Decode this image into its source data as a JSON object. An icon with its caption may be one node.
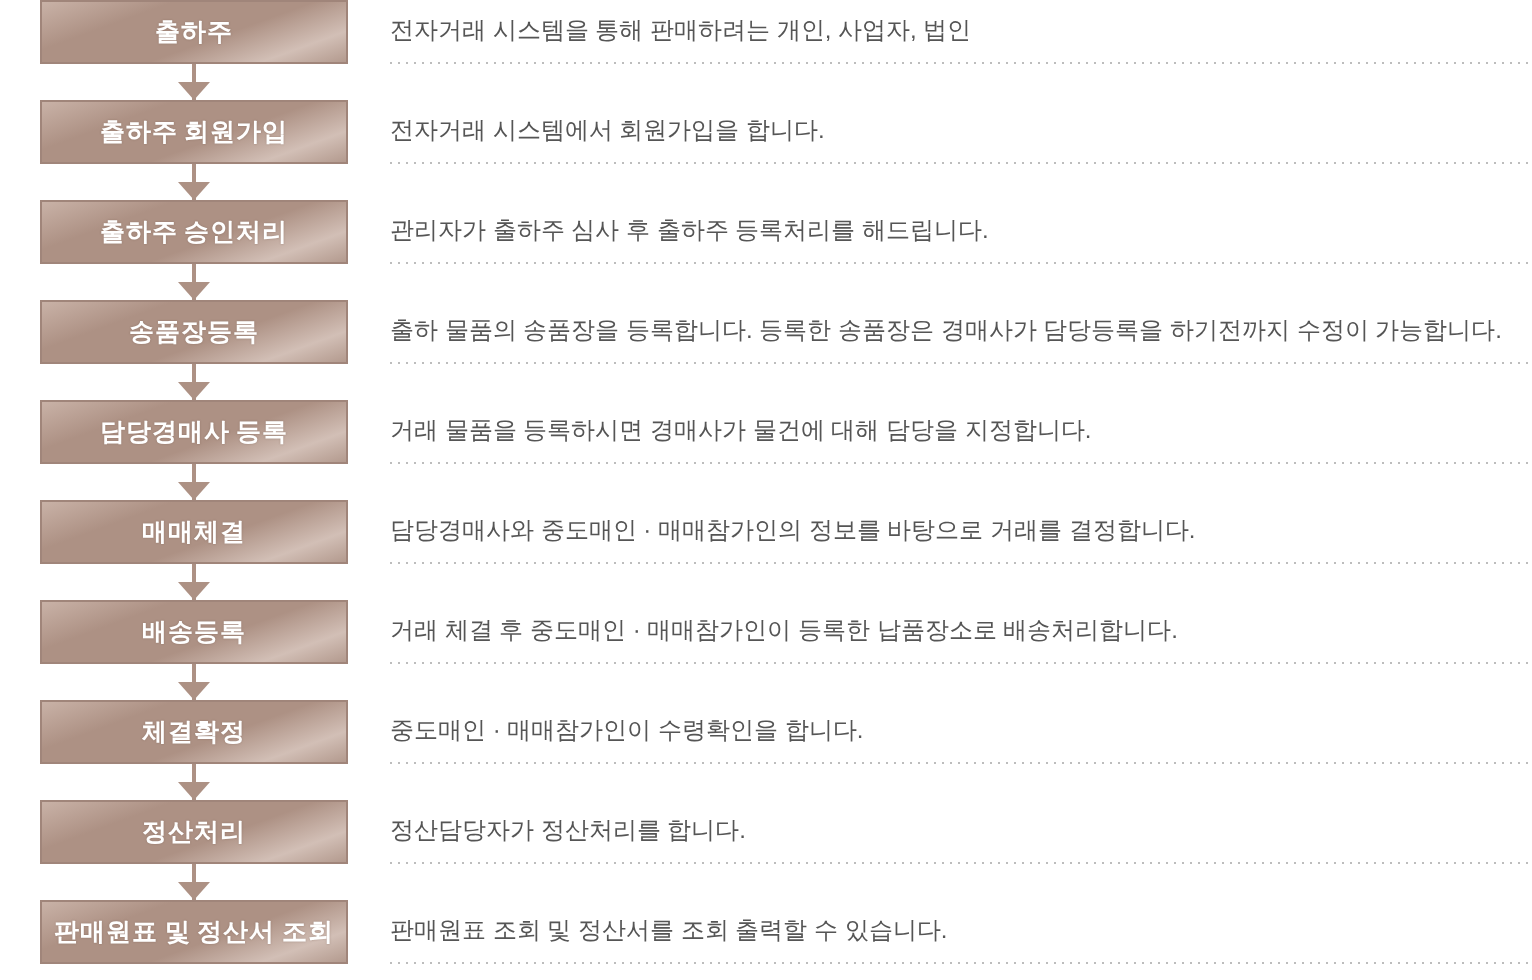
{
  "diagram": {
    "nodes": [
      {
        "text": [
          "출하주"
        ],
        "beside": [
          "전자거래 시스템을 통해 판매하려는 개인, 사업자, 법인"
        ]
      },
      {
        "text": [
          "출하주 회원가입"
        ],
        "beside": [
          "전자거래 시스템에서 회원가입을 합니다."
        ]
      },
      {
        "text": [
          "출하주 승인처리"
        ],
        "beside": [
          "관리자가 출하주 심사 후 출하주 등록처리를 해드립니다."
        ]
      },
      {
        "text": [
          "송품장등록"
        ],
        "beside": [
          "출하 물품의 송품장을 등록합니다. 등록한 송품장은 경매사가 담당등록을 하기전까지 수정이 가능합니다."
        ]
      },
      {
        "text": [
          "담당경매사 등록"
        ],
        "beside": [
          "거래 물품을 등록하시면 경매사가 물건에 대해 담당을 지정합니다."
        ]
      },
      {
        "text": [
          "매매체결"
        ],
        "beside": [
          "담당경매사와 중도매인 · 매매참가인의 정보를 바탕으로 거래를 결정합니다."
        ]
      },
      {
        "text": [
          "배송등록"
        ],
        "beside": [
          "거래 체결 후 중도매인 · 매매참가인이 등록한 납품장소로 배송처리합니다."
        ]
      },
      {
        "text": [
          "체결확정"
        ],
        "beside": [
          "중도매인 · 매매참가인이 수령확인을 합니다."
        ]
      },
      {
        "text": [
          "정산처리"
        ],
        "beside": [
          "정산담당자가 정산처리를 합니다."
        ]
      },
      {
        "text": [
          "판매원표 및 정산서 조회"
        ],
        "beside": [
          "판매원표 조회 및 정산서를 조회 출력할 수 있습니다."
        ]
      }
    ],
    "edges": [
      {
        "from": 0,
        "to": 1,
        "arrow": "to"
      },
      {
        "from": 1,
        "to": 2,
        "arrow": "to"
      },
      {
        "from": 2,
        "to": 3,
        "arrow": "to"
      },
      {
        "from": 3,
        "to": 4,
        "arrow": "to"
      },
      {
        "from": 4,
        "to": 5,
        "arrow": "to"
      },
      {
        "from": 5,
        "to": 6,
        "arrow": "to"
      },
      {
        "from": 6,
        "to": 7,
        "arrow": "to"
      },
      {
        "from": 7,
        "to": 8,
        "arrow": "to"
      },
      {
        "from": 8,
        "to": 9,
        "arrow": "to"
      }
    ]
  }
}
